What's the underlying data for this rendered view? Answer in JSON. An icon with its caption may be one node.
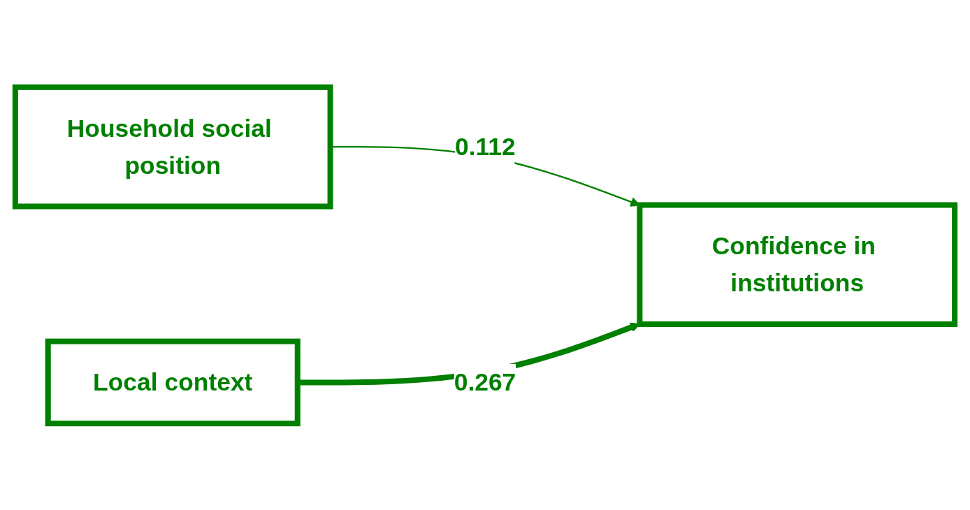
{
  "diagram": {
    "nodes": [
      {
        "text": [
          "Household social position"
        ]
      },
      {
        "text": [
          "Local context"
        ]
      },
      {
        "text": [
          "Confidence in institutions"
        ]
      }
    ],
    "edges": [
      {
        "from": 0,
        "to": 2,
        "arrow": "to",
        "label": "0.112"
      },
      {
        "from": 1,
        "to": 2,
        "arrow": "to",
        "label": "0.267",
        "style": "thick"
      }
    ]
  }
}
